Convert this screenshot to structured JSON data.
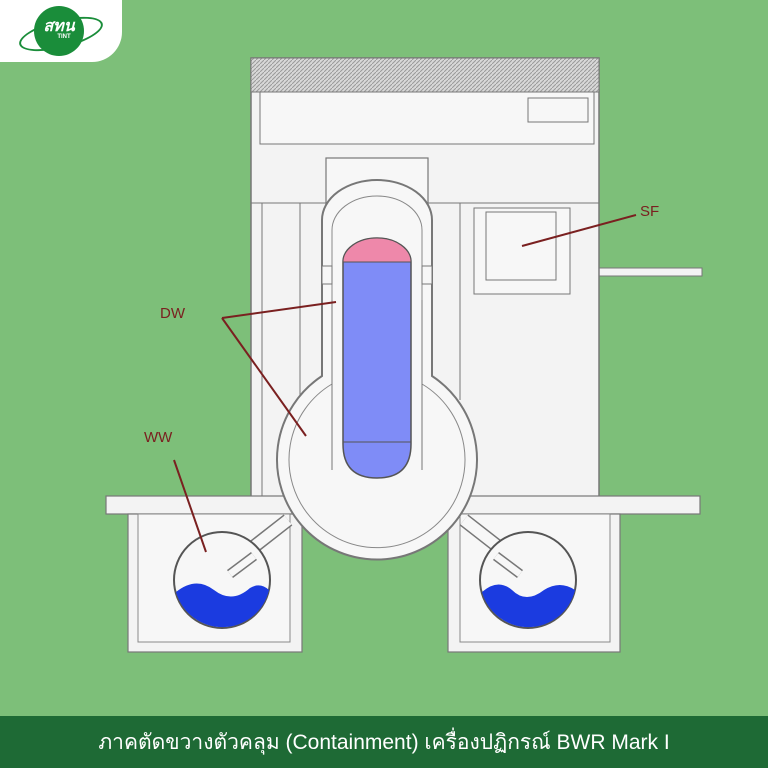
{
  "logo": {
    "text": "สทน",
    "sub": "TINT"
  },
  "diagram": {
    "labels": {
      "sf": "SF",
      "dw": "DW",
      "ww": "WW"
    }
  },
  "caption": "ภาคตัดขวางตัวคลุม (Containment) เครื่องปฏิกรณ์ BWR Mark I",
  "colors": {
    "background": "#7dbf79",
    "caption_bar": "#1e6a35",
    "reactor_vessel": "#7f8cf7",
    "vessel_top": "#ee88aa",
    "torus_water": "#1b3be0",
    "structure": "#f3f3f3",
    "leader_lines": "#7a2020"
  }
}
